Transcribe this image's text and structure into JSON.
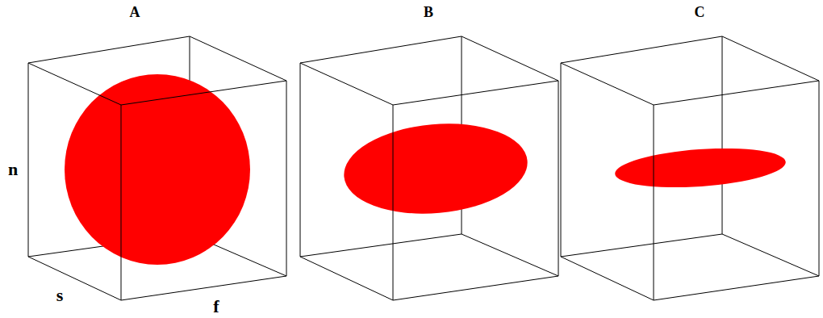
{
  "diagram": {
    "labels": [
      "A",
      "B",
      "C",
      "n",
      "s",
      "f"
    ]
  }
}
